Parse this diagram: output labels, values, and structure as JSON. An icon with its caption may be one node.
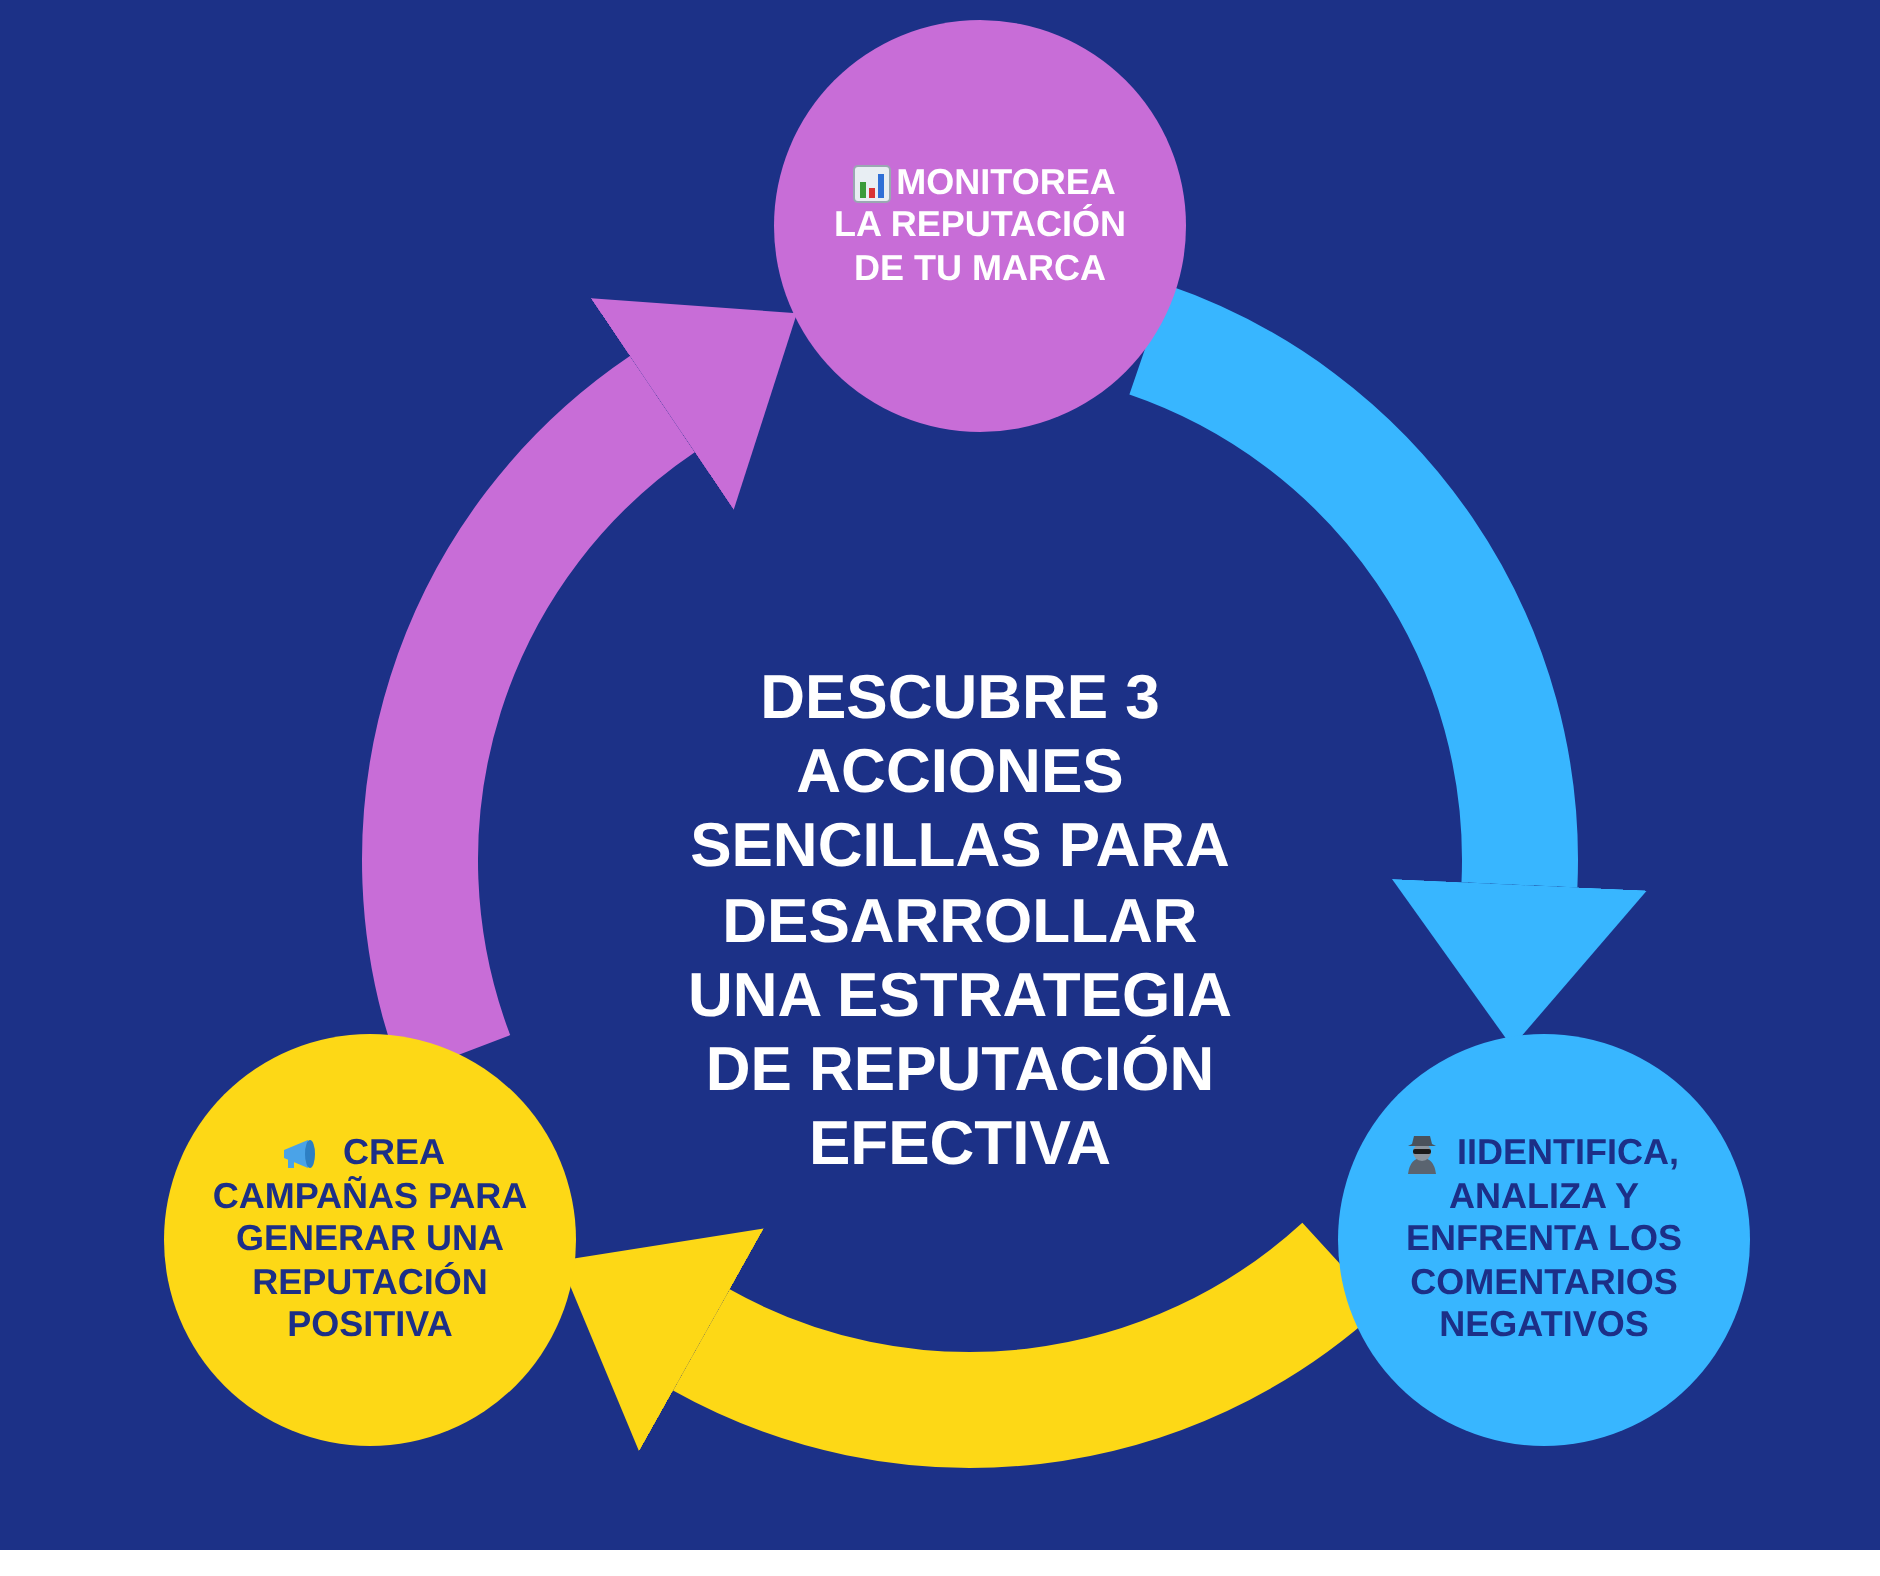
{
  "diagram": {
    "title": "DESCUBRE 3 ACCIONES SENCILLAS PARA DESARROLLAR UNA ESTRATEGIA DE REPUTACIÓN EFECTIVA",
    "nodes": [
      {
        "text": [
          "MONITOREA LA REPUTACIÓN DE TU MARCA"
        ]
      },
      {
        "text": [
          "IIDENTIFICA, ANALIZA Y ENFRENTA LOS COMENTARIOS NEGATIVOS"
        ]
      },
      {
        "text": [
          "CREA CAMPAÑAS PARA GENERAR UNA REPUTACIÓN POSITIVA"
        ]
      }
    ],
    "edges": [
      {
        "from": 0,
        "to": 1,
        "arrow": "to",
        "color": "#38b6ff"
      },
      {
        "from": 1,
        "to": 2,
        "arrow": "to",
        "color": "#fdd816"
      },
      {
        "from": 2,
        "to": 0,
        "arrow": "to",
        "color": "#c86dd7"
      }
    ]
  }
}
